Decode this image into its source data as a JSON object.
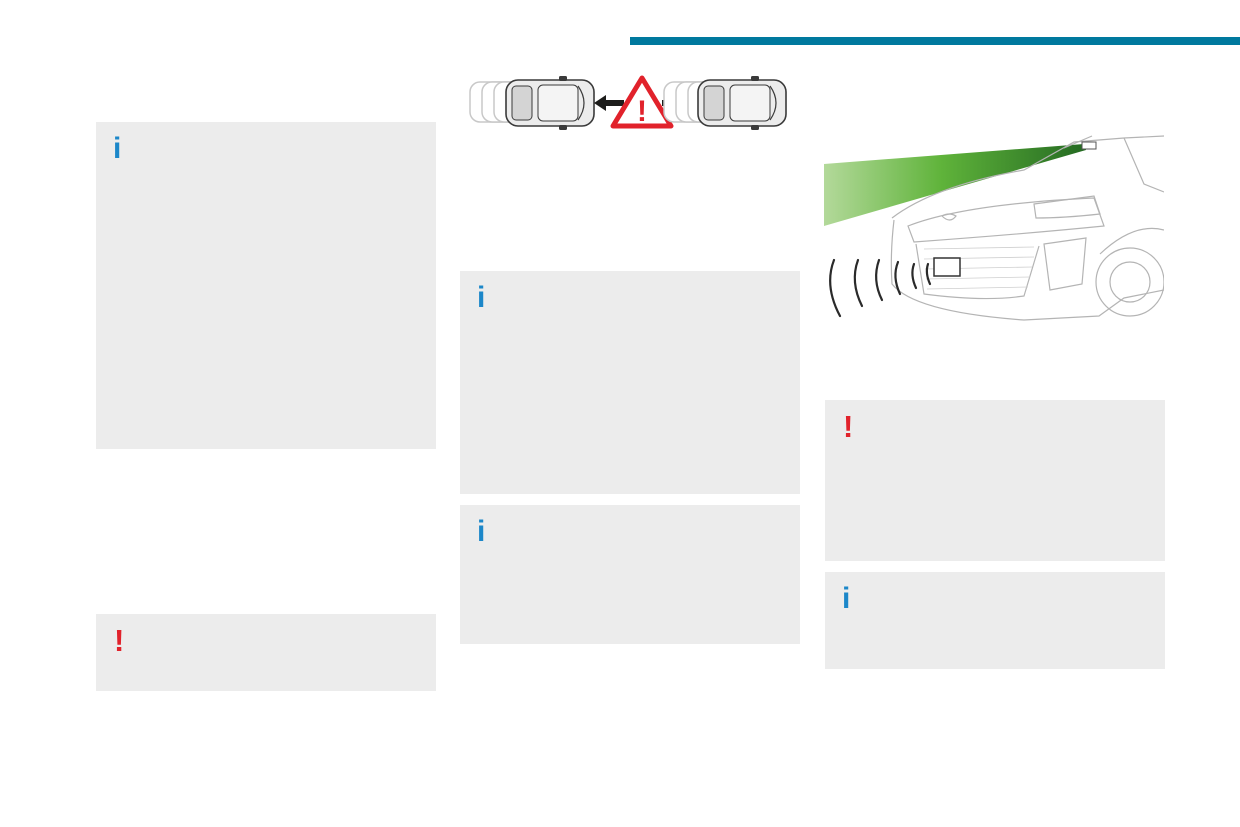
{
  "colors": {
    "header_bar": "#00799e",
    "panel_bg": "#ececec",
    "info_blue": "#1c87c9",
    "warning_red": "#e1222b",
    "arrow_dark": "#1d1d1b",
    "triangle_red": "#e1222b",
    "beam_green": "#3f9d2b",
    "car_line": "#b4b4b4"
  },
  "boxes": [
    {
      "id": "col1-info-box",
      "glyph": "i",
      "kind": "info"
    },
    {
      "id": "col1-warning-box",
      "glyph": "!",
      "kind": "warning"
    },
    {
      "id": "col2-info-box-1",
      "glyph": "i",
      "kind": "info"
    },
    {
      "id": "col2-info-box-2",
      "glyph": "i",
      "kind": "info"
    },
    {
      "id": "col3-warning-box",
      "glyph": "!",
      "kind": "warning"
    },
    {
      "id": "col3-info-box",
      "glyph": "i",
      "kind": "info"
    }
  ],
  "illustrations": {
    "distance_alert": {
      "icon": "distance-warning-illustration",
      "warning_mark": "!"
    },
    "front_sensors": {
      "icon": "front-camera-radar-illustration"
    }
  }
}
